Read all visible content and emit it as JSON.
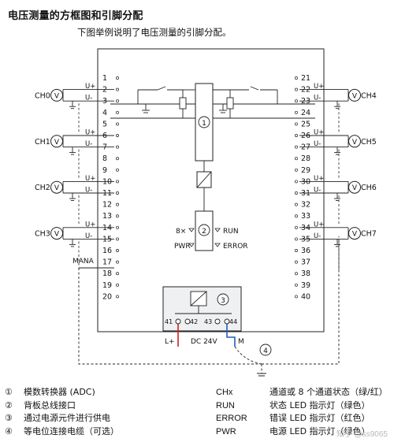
{
  "title": "电压测量的方框图和引脚分配",
  "subtitle": "下图举例说明了电压测量的引脚分配。",
  "diagram": {
    "left_pins": [
      "1",
      "2",
      "3",
      "4",
      "5",
      "6",
      "7",
      "8",
      "9",
      "10",
      "11",
      "12",
      "13",
      "14",
      "15",
      "16",
      "17",
      "18",
      "19",
      "20"
    ],
    "right_pins": [
      "21",
      "22",
      "23",
      "24",
      "25",
      "26",
      "27",
      "28",
      "29",
      "30",
      "31",
      "32",
      "33",
      "34",
      "35",
      "36",
      "37",
      "38",
      "39",
      "40"
    ],
    "channels_left": [
      "CH0",
      "CH1",
      "CH2",
      "CH3"
    ],
    "channels_right": [
      "CH4",
      "CH5",
      "CH6",
      "CH7"
    ],
    "voltmeter_symbol": "V",
    "u_plus": "U+",
    "u_minus": "U-",
    "m_ana": "MANA",
    "callouts": [
      "1",
      "2",
      "3",
      "4"
    ],
    "led_count": "8×",
    "led_run": "RUN",
    "led_pwr": "PWR",
    "led_error": "ERROR",
    "supply_pins": [
      "41",
      "42",
      "43",
      "44"
    ],
    "l_plus": "L+",
    "supply_label": "DC 24V",
    "m_label": "M"
  },
  "legend": [
    {
      "num": "①",
      "text": "模数转换器 (ADC)",
      "code": "CHx",
      "desc": "通道或 8 个通道状态（绿/红）"
    },
    {
      "num": "②",
      "text": "背板总线接口",
      "code": "RUN",
      "desc": "状态 LED 指示灯（绿色）"
    },
    {
      "num": "③",
      "text": "通过电源元件进行供电",
      "code": "ERROR",
      "desc": "错误 LED 指示灯（红色）"
    },
    {
      "num": "④",
      "text": "等电位连接电缆（可选）",
      "code": "PWR",
      "desc": "电源 LED 指示灯（绿色）"
    }
  ],
  "watermark": "知乎 @ss9065",
  "colors": {
    "supply_red": "#d22020",
    "supply_blue": "#1f5fbf",
    "module_fill": "#eef0f2"
  }
}
